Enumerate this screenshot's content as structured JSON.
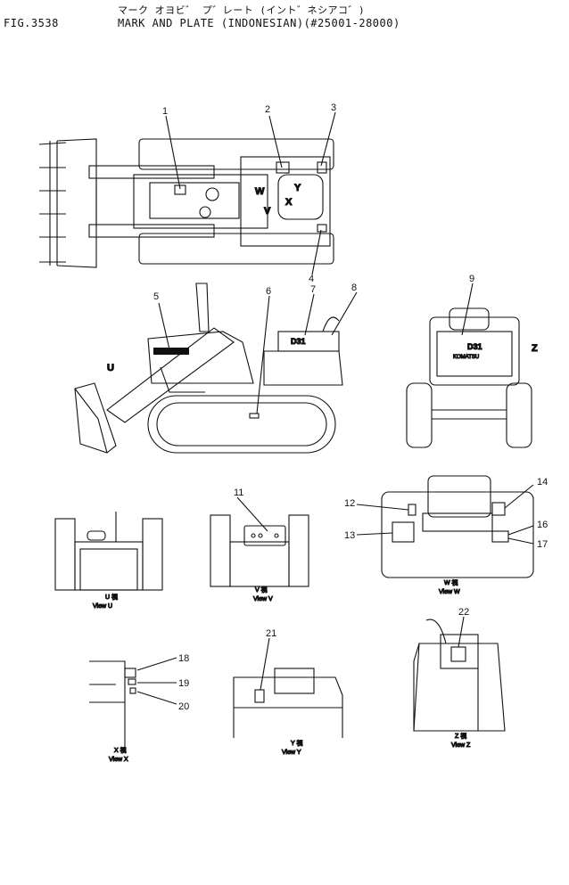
{
  "header": {
    "fig": "FIG.3538",
    "title_jp": "マーク オヨビ゛ プ゛レート (イント゛ネシアコ゛)",
    "title": "MARK AND PLATE (INDONESIAN)(#25001-28000)"
  },
  "callouts": [
    "1",
    "2",
    "3",
    "4",
    "5",
    "6",
    "7",
    "8",
    "9",
    "11",
    "12",
    "13",
    "14",
    "16",
    "17",
    "18",
    "19",
    "20",
    "21",
    "22"
  ],
  "arrows": {
    "w": "W",
    "v": "V",
    "y": "Y",
    "x": "X",
    "u": "U",
    "z": "Z"
  },
  "decals": {
    "d31": "D31",
    "brand": "KOMATSU"
  },
  "views": {
    "u_jp": "U 視",
    "u": "View U",
    "v_jp": "V 視",
    "v": "View V",
    "w_jp": "W 視",
    "w": "View W",
    "x_jp": "X 視",
    "x": "View X",
    "y_jp": "Y 視",
    "y": "View Y",
    "z_jp": "Z 視",
    "z": "View Z"
  }
}
